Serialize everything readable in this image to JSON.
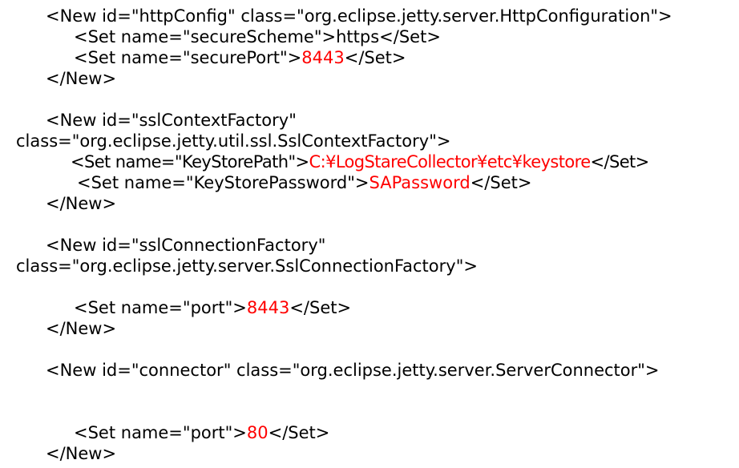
{
  "colors": {
    "text": "#000000",
    "highlight": "#ff0000",
    "background": "#ffffff"
  },
  "lines": [
    {
      "text": "<New id=\"httpConfig\" class=\"org.eclipse.jetty.server.HttpConfiguration\">",
      "value": "",
      "suffix": ""
    },
    {
      "text": "<Set name=\"secureScheme\">https</Set>",
      "value": "",
      "suffix": ""
    },
    {
      "text": "<Set name=\"securePort\">",
      "value": "8443",
      "suffix": "</Set>"
    },
    {
      "text": "</New>",
      "value": "",
      "suffix": ""
    },
    {
      "text": "<New id=\"sslContextFactory\"",
      "value": "",
      "suffix": ""
    },
    {
      "text": "class=\"org.eclipse.jetty.util.ssl.SslContextFactory\">",
      "value": "",
      "suffix": ""
    },
    {
      "text": "<Set name=\"KeyStorePath\">",
      "value": "C:¥LogStareCollector¥etc¥keystore",
      "suffix": "</Set>"
    },
    {
      "text": "<Set name=\"KeyStorePassword\">",
      "value": "SAPassword",
      "suffix": "</Set>"
    },
    {
      "text": "</New>",
      "value": "",
      "suffix": ""
    },
    {
      "text": "<New id=\"sslConnectionFactory\"",
      "value": "",
      "suffix": ""
    },
    {
      "text": "class=\"org.eclipse.jetty.server.SslConnectionFactory\">",
      "value": "",
      "suffix": ""
    },
    {
      "text": "<Set name=\"port\">",
      "value": "8443",
      "suffix": "</Set>"
    },
    {
      "text": "</New>",
      "value": "",
      "suffix": ""
    },
    {
      "text": "<New id=\"connector\" class=\"org.eclipse.jetty.server.ServerConnector\">",
      "value": "",
      "suffix": ""
    },
    {
      "text": "<Set name=\"port\">",
      "value": "80",
      "suffix": "</Set>"
    },
    {
      "text": "</New>",
      "value": "",
      "suffix": ""
    }
  ]
}
